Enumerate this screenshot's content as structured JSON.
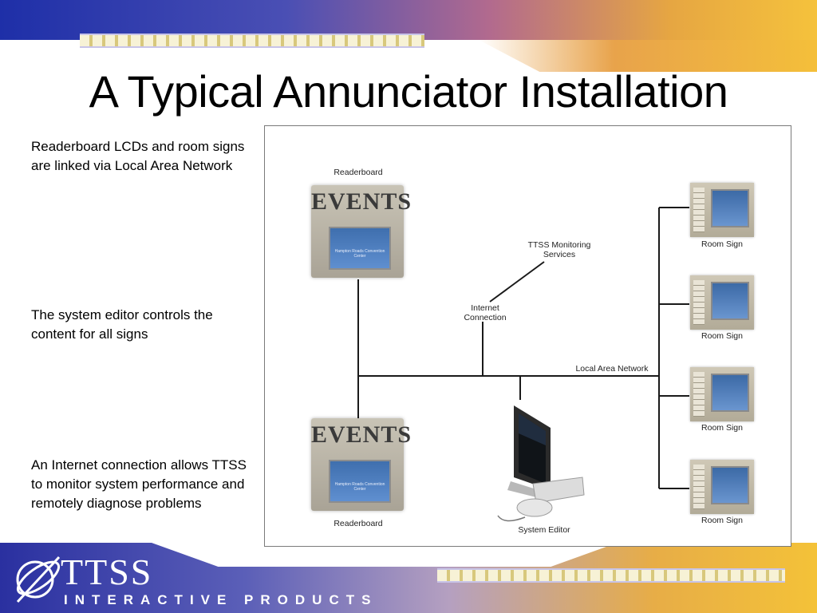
{
  "slide": {
    "title": "A Typical Annunciator Installation",
    "bullets": [
      "Readerboard LCDs and room signs are linked via Local Area Network",
      "The system editor controls the content for all signs",
      "An Internet connection allows TTSS to monitor system performance and remotely diagnose problems"
    ]
  },
  "diagram": {
    "readerboard_top_label": "Readerboard",
    "readerboard_bottom_label": "Readerboard",
    "readerboard_sign_word": "EVENTS",
    "readerboard_screen_text": "Hampton Roads Convention Center",
    "monitoring_label_line1": "TTSS Monitoring",
    "monitoring_label_line2": "Services",
    "internet_label_line1": "Internet",
    "internet_label_line2": "Connection",
    "lan_label": "Local Area Network",
    "system_editor_label": "System Editor",
    "room_signs": [
      {
        "label": "Room Sign"
      },
      {
        "label": "Room Sign"
      },
      {
        "label": "Room Sign"
      },
      {
        "label": "Room Sign"
      }
    ],
    "line_color": "#1a1a1a"
  },
  "logo": {
    "word": "TTSS",
    "tagline": "INTERACTIVE PRODUCTS"
  },
  "theme": {
    "accent_blue": "#1e2fa8",
    "accent_gold": "#f5c23c"
  }
}
